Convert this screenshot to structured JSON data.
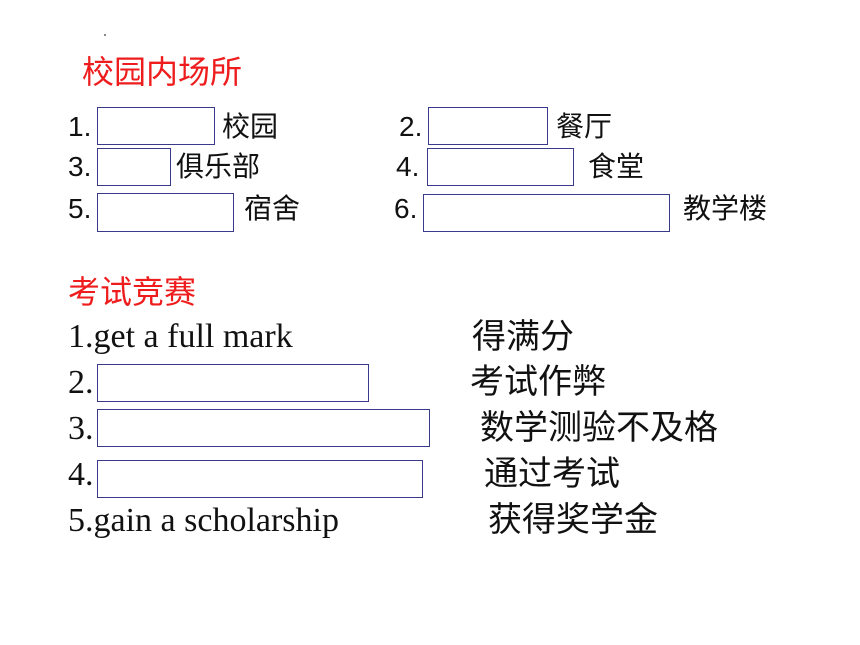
{
  "section_campus": {
    "title": "校园内场所",
    "items": [
      {
        "num": "1.",
        "cn": "校园"
      },
      {
        "num": "2.",
        "cn": "餐厅"
      },
      {
        "num": "3.",
        "cn": "俱乐部"
      },
      {
        "num": "4.",
        "cn": "食堂"
      },
      {
        "num": "5.",
        "cn": "宿舍"
      },
      {
        "num": "6.",
        "cn": "教学楼"
      }
    ]
  },
  "section_exam": {
    "title": "考试竞赛",
    "items": [
      {
        "en": "1.get a full mark",
        "cn": "得满分"
      },
      {
        "en": "2.",
        "cn": "考试作弊"
      },
      {
        "en": "3.",
        "cn": "数学测验不及格"
      },
      {
        "en": "4.",
        "cn": "通过考试"
      },
      {
        "en": "5.gain a scholarship",
        "cn": "获得奖学金"
      }
    ]
  },
  "colors": {
    "heading": "#ee1c1c",
    "blank_border": "#3a3a8a",
    "text": "#111111"
  }
}
